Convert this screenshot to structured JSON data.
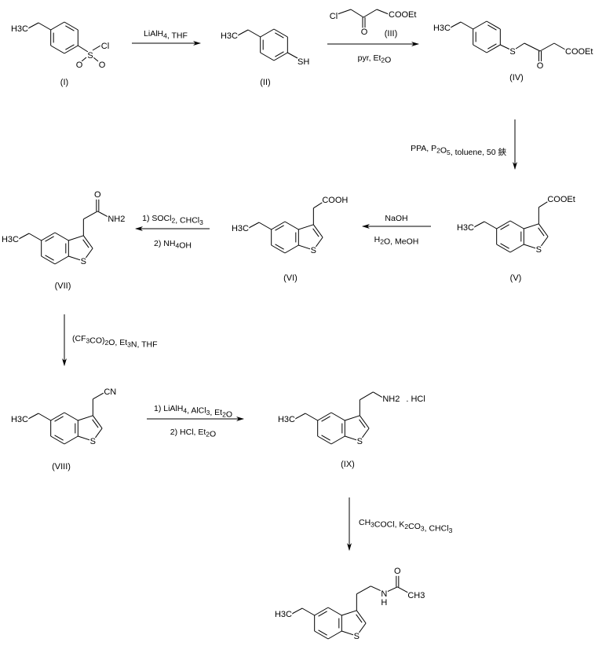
{
  "compounds": {
    "I": {
      "label": "(I)",
      "ch3": "H3C",
      "s": "S",
      "cl": "Cl",
      "o1": "O",
      "o2": "O"
    },
    "II": {
      "label": "(II)",
      "ch3": "H3C",
      "sh": "SH"
    },
    "III": {
      "label": "(III)",
      "cl": "Cl",
      "o": "O",
      "ester": "COOEt"
    },
    "IV": {
      "label": "(IV)",
      "ch3": "H3C",
      "s": "S",
      "o": "O",
      "ester": "COOEt"
    },
    "V": {
      "label": "(V)",
      "ch3": "H3C",
      "s": "S",
      "ester": "COOEt"
    },
    "VI": {
      "label": "(VI)",
      "ch3": "H3C",
      "s": "S",
      "acid": "COOH"
    },
    "VII": {
      "label": "(VII)",
      "ch3": "H3C",
      "s": "S",
      "o": "O",
      "nh2": "NH2"
    },
    "VIII": {
      "label": "(VIII)",
      "ch3": "H3C",
      "s": "S",
      "cn": "CN"
    },
    "IX": {
      "label": "(IX)",
      "ch3": "H3C",
      "s": "S",
      "nh2": "NH2",
      "salt": ". HCl"
    },
    "product": {
      "ch3": "H3C",
      "s": "S",
      "n": "N",
      "h": "H",
      "o": "O",
      "ch3b": "CH3"
    }
  },
  "reactions": {
    "r1": {
      "above": "LiAlH4, THF"
    },
    "r2": {
      "below": "pyr, Et2O"
    },
    "r3": {
      "side": "PPA, P2O5, toluene, 50 鋏"
    },
    "r4": {
      "above": "NaOH",
      "below": "H2O, MeOH"
    },
    "r5": {
      "above": "1) SOCl2, CHCl3",
      "below": "2) NH4OH"
    },
    "r6": {
      "side": "(CF3CO)2O, Et3N, THF"
    },
    "r7": {
      "above": "1) LiAlH4, AlCl3, Et2O",
      "below": "2) HCl, Et2O"
    },
    "r8": {
      "side": "CH3COCl, K2CO3, CHCl3"
    }
  }
}
